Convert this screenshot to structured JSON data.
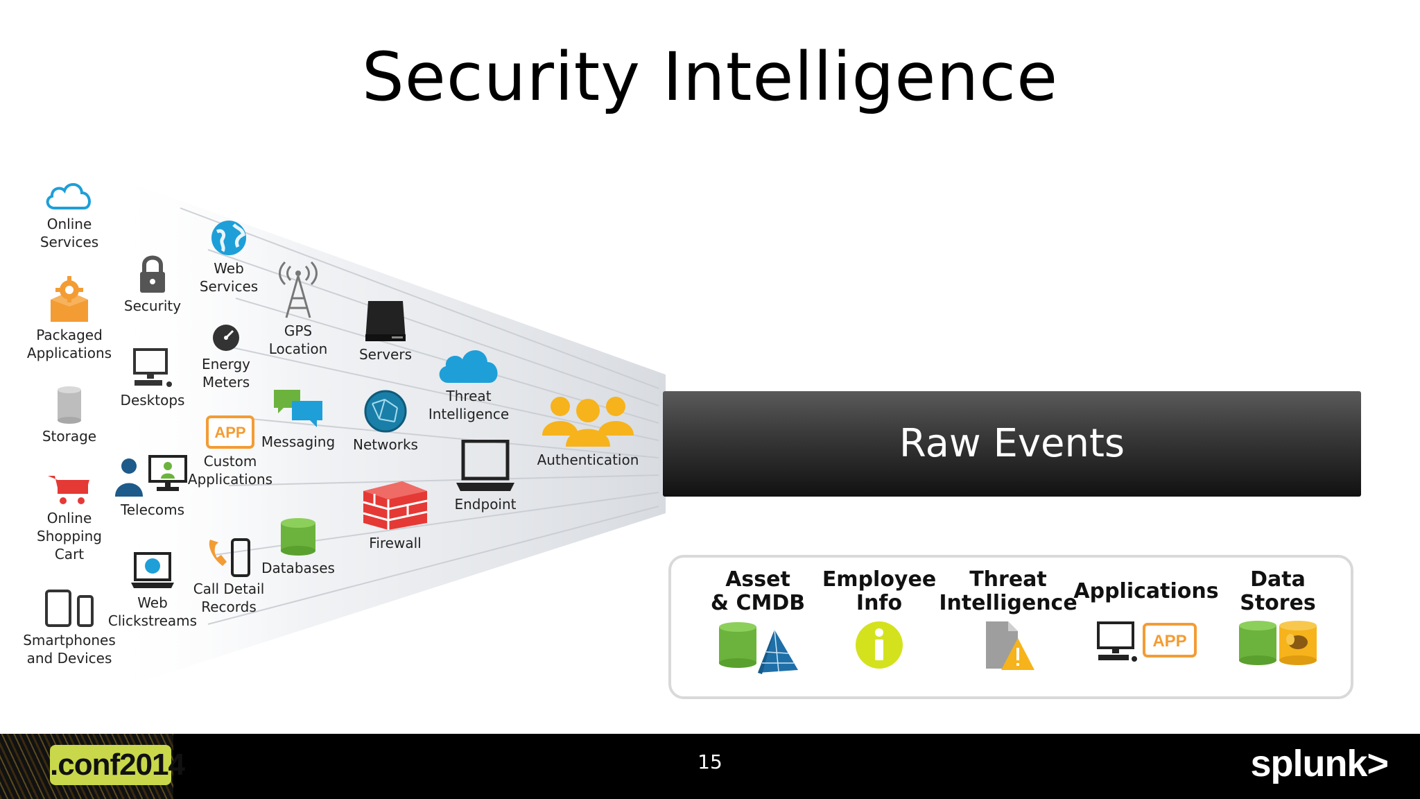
{
  "title": "Security Intelligence",
  "sources": [
    {
      "id": "online-services",
      "label": "Online\nServices",
      "icon": "cloud-outline-icon"
    },
    {
      "id": "packaged-applications",
      "label": "Packaged\nApplications",
      "icon": "package-gear-icon"
    },
    {
      "id": "storage",
      "label": "Storage",
      "icon": "cylinder-icon"
    },
    {
      "id": "online-shopping-cart",
      "label": "Online\nShopping\nCart",
      "icon": "shopping-cart-icon"
    },
    {
      "id": "smartphones-and-devices",
      "label": "Smartphones\nand Devices",
      "icon": "devices-icon"
    },
    {
      "id": "security",
      "label": "Security",
      "icon": "padlock-icon"
    },
    {
      "id": "desktops",
      "label": "Desktops",
      "icon": "desktop-icon"
    },
    {
      "id": "telecoms",
      "label": "Telecoms",
      "icon": "user-monitor-icon"
    },
    {
      "id": "web-clickstreams",
      "label": "Web\nClickstreams",
      "icon": "laptop-globe-icon"
    },
    {
      "id": "web-services",
      "label": "Web\nServices",
      "icon": "globe-icon"
    },
    {
      "id": "energy-meters",
      "label": "Energy\nMeters",
      "icon": "meter-icon"
    },
    {
      "id": "custom-applications",
      "label": "Custom\nApplications",
      "icon": "app-badge-icon"
    },
    {
      "id": "call-detail-records",
      "label": "Call Detail\nRecords",
      "icon": "phone-icon"
    },
    {
      "id": "gps-location",
      "label": "GPS\nLocation",
      "icon": "antenna-tower-icon"
    },
    {
      "id": "messaging",
      "label": "Messaging",
      "icon": "chat-bubbles-icon"
    },
    {
      "id": "databases",
      "label": "Databases",
      "icon": "database-icon"
    },
    {
      "id": "servers",
      "label": "Servers",
      "icon": "server-icon"
    },
    {
      "id": "networks",
      "label": "Networks",
      "icon": "network-globe-icon"
    },
    {
      "id": "firewall",
      "label": "Firewall",
      "icon": "brick-wall-icon"
    },
    {
      "id": "threat-intelligence",
      "label": "Threat\nIntelligence",
      "icon": "cloud-icon"
    },
    {
      "id": "endpoint",
      "label": "Endpoint",
      "icon": "laptop-icon"
    },
    {
      "id": "authentication",
      "label": "Authentication",
      "icon": "people-group-icon"
    }
  ],
  "raw_events": {
    "label": "Raw Events"
  },
  "context": [
    {
      "id": "asset-cmdb",
      "label": "Asset\n& CMDB",
      "icon": "database-pyramid-icon"
    },
    {
      "id": "employee-info",
      "label": "Employee\nInfo",
      "icon": "info-icon"
    },
    {
      "id": "threat-intelligence",
      "label": "Threat\nIntelligence",
      "icon": "document-warning-icon"
    },
    {
      "id": "applications",
      "label": "Applications",
      "icon": "desktop-app-icon"
    },
    {
      "id": "data-stores",
      "label": "Data\nStores",
      "icon": "database-hadoop-icon"
    }
  ],
  "app_badge_text": "APP",
  "footer": {
    "conf_label": ".conf2014",
    "page_number": "15",
    "brand": "splunk>"
  },
  "colors": {
    "accent_blue": "#1e9fd8",
    "accent_orange": "#f39c34",
    "accent_red": "#e53935",
    "accent_green": "#6cb33e",
    "accent_yellow": "#f6b31b",
    "info_yellow": "#d4e21e"
  }
}
